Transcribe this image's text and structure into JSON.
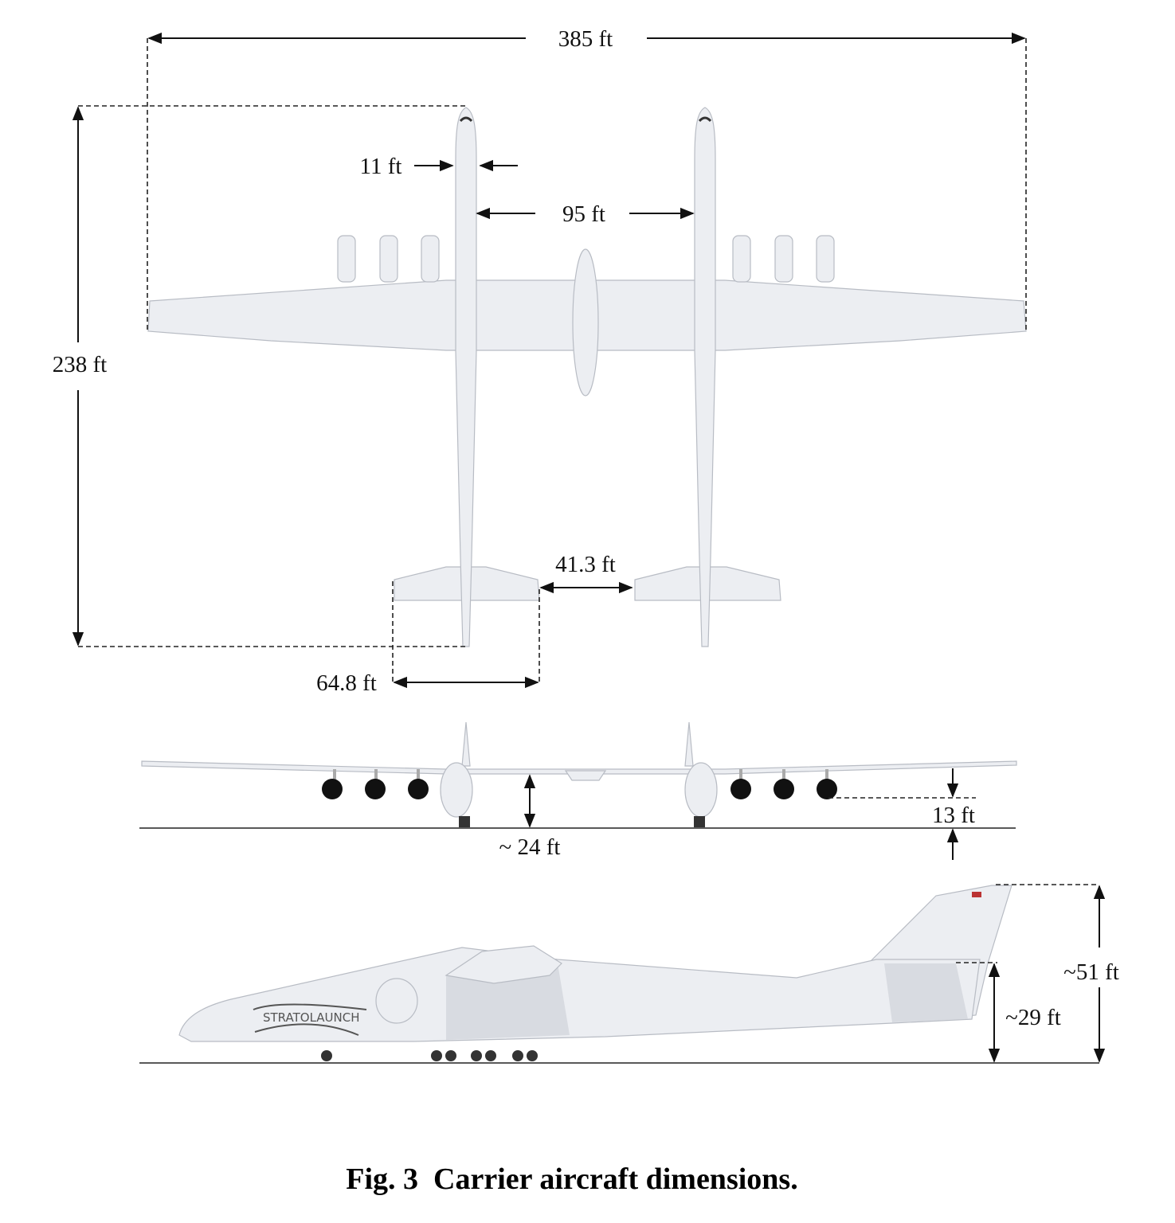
{
  "figure": {
    "caption": "Fig. 3  Carrier aircraft dimensions.",
    "logo_text": "STRATOLAUNCH",
    "colors": {
      "aircraft": "#eceef2",
      "lines": "#111111",
      "engine_front": "#111111"
    }
  },
  "top_view": {
    "wingspan": "385 ft",
    "length": "238 ft",
    "fuselage_width": "11 ft",
    "fuselage_spacing": "95 ft",
    "tail_gap": "41.3 ft",
    "tail_span": "64.8 ft"
  },
  "front_view": {
    "fuselage_clearance": "~ 24 ft",
    "engine_clearance": "13 ft"
  },
  "side_view": {
    "tail_height": "~51 ft",
    "stabilizer_height": "~29 ft"
  }
}
